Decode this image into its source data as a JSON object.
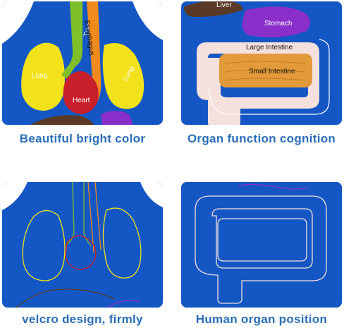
{
  "panels": [
    {
      "caption": "Beautiful bright color",
      "labels": {
        "lung_left": "Lung",
        "lung_right": "Lung",
        "heart": "Heart",
        "trachea": "Trachea",
        "esophagus": "Esophagus"
      }
    },
    {
      "caption": "Organ function cognition",
      "labels": {
        "liver": "Liver",
        "stomach": "Stomach",
        "large_intestine": "Large Intestine",
        "small_intestine": "Small Intestine"
      }
    },
    {
      "caption": "velcro design, firmly"
    },
    {
      "caption": "Human organ position"
    }
  ],
  "colors": {
    "fabric_blue": "#1457c4",
    "caption_blue": "#2a6db8",
    "lung_yellow": "#f2e21b",
    "heart_red": "#c8202a",
    "trachea_green": "#7fbf2a",
    "esophagus_orange": "#f08a1c",
    "stomach_purple": "#8a2fc9",
    "liver_brown": "#5a3a26",
    "intestine_pink": "#f4e0dc",
    "small_intestine_orange": "#e39a3a"
  }
}
